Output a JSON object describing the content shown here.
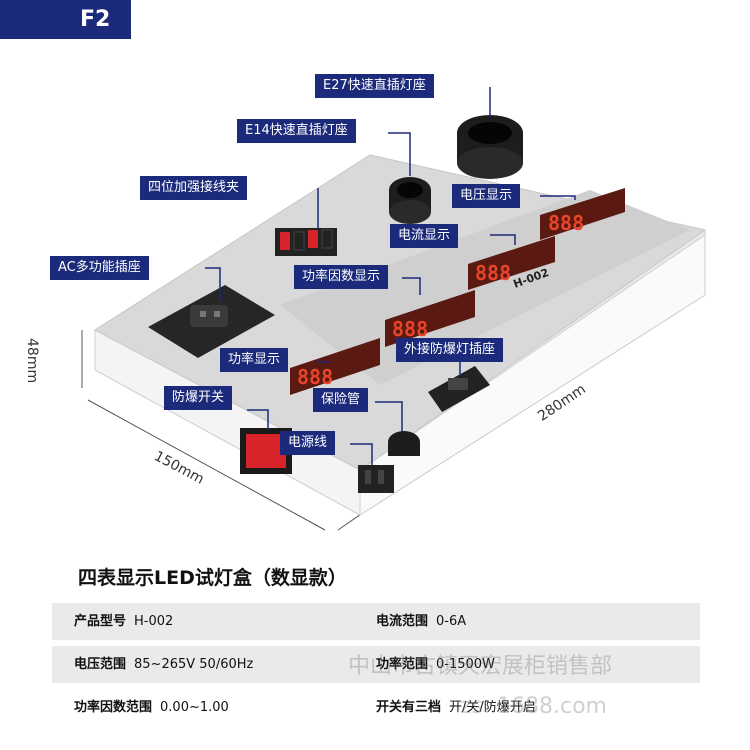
{
  "badge": "F2",
  "callouts": {
    "e27": "E27快速直插灯座",
    "e14": "E14快速直插灯座",
    "clamp": "四位加强接线夹",
    "voltage": "电压显示",
    "current": "电流显示",
    "ac_socket": "AC多功能插座",
    "pf": "功率因数显示",
    "power": "功率显示",
    "ext_socket": "外接防爆灯插座",
    "switch": "防爆开关",
    "fuse": "保险管",
    "cord": "电源线"
  },
  "dimensions": {
    "height": "48mm",
    "width": "150mm",
    "length": "280mm"
  },
  "device_label": "H-002",
  "title": "四表显示LED试灯盒（数显款）",
  "specs": [
    {
      "k1": "产品型号",
      "v1": "H-002",
      "k2": "电流范围",
      "v2": "0-6A"
    },
    {
      "k1": "电压范围",
      "v1": "85~265V 50/60Hz",
      "k2": "功率范围",
      "v2": "0-1500W"
    },
    {
      "k1": "功率因数范围",
      "v1": "0.00~1.00",
      "k2": "开关有三档",
      "v2": "开/关/防爆开启"
    }
  ],
  "watermark": {
    "line1": "中山市古镇天宏展柜销售部",
    "line2": "zs..1688.com"
  },
  "colors": {
    "navy": "#1b2a7a",
    "display_red": "#e8442a",
    "switch_red": "#d8232a"
  }
}
